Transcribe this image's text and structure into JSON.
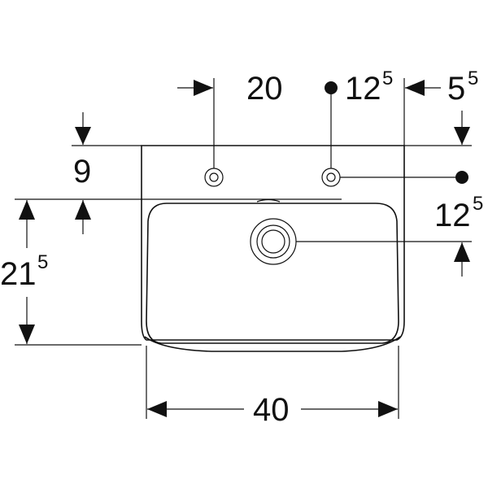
{
  "dimensions": {
    "top_left": {
      "main": "20"
    },
    "top_mid": {
      "main": "12",
      "sup": "5"
    },
    "top_right": {
      "main": "5",
      "sup": "5"
    },
    "left_top": {
      "main": "9"
    },
    "right_mid": {
      "main": "12",
      "sup": "5"
    },
    "left_big": {
      "main": "21",
      "sup": "5"
    },
    "bottom": {
      "main": "40"
    }
  }
}
